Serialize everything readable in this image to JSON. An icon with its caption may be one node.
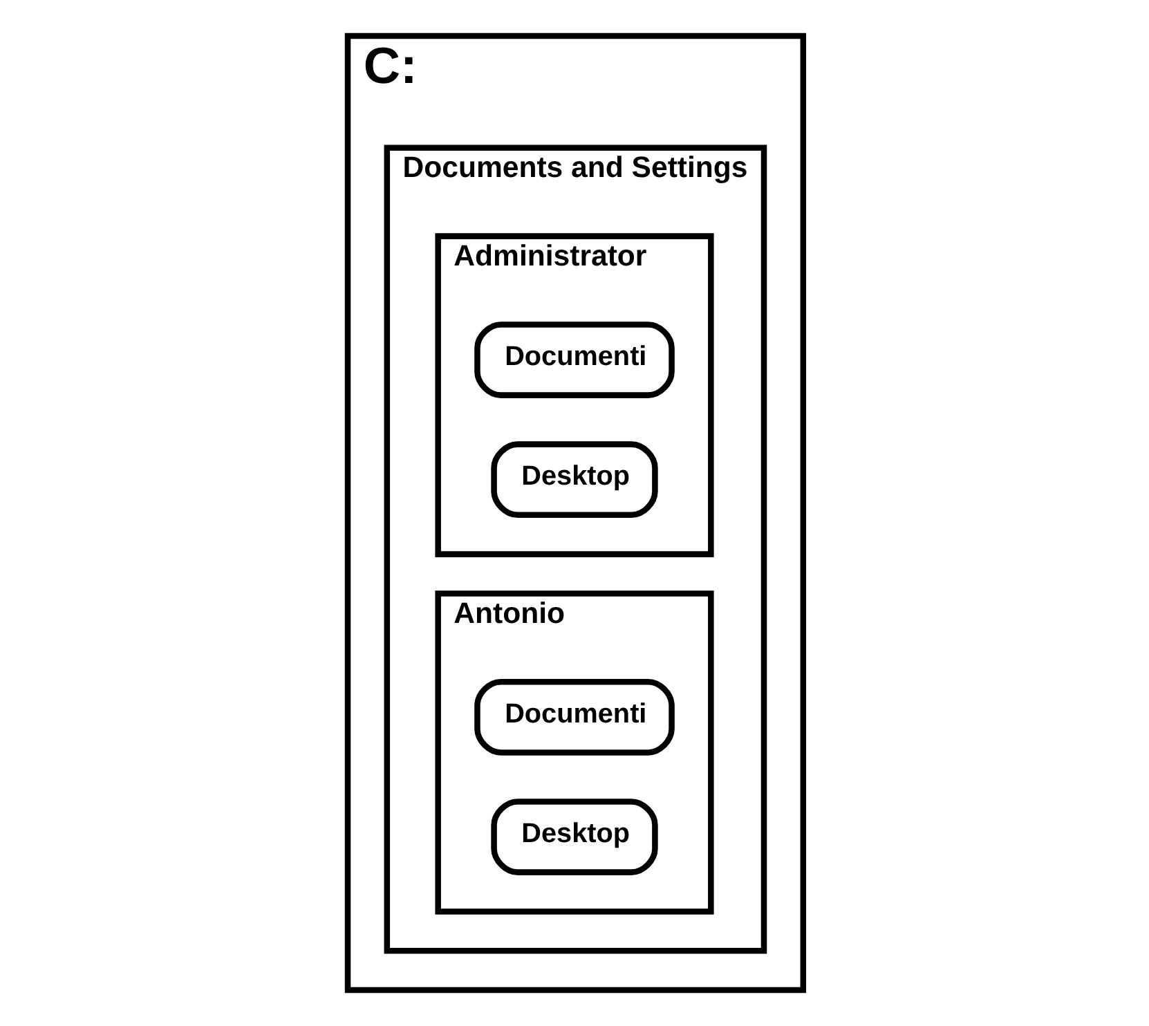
{
  "diagram": {
    "nodes": [
      {
        "text": [
          "C:"
        ]
      },
      {
        "text": [
          "Documents and Settings"
        ],
        "in": 0
      },
      {
        "text": [
          "Administrator"
        ],
        "in": 1
      },
      {
        "text": [
          "Documenti"
        ],
        "in": 2
      },
      {
        "text": [
          "Desktop"
        ],
        "in": 2
      },
      {
        "text": [
          "Antonio"
        ],
        "in": 1
      },
      {
        "text": [
          "Documenti"
        ],
        "in": 5
      },
      {
        "text": [
          "Desktop"
        ],
        "in": 5
      }
    ]
  }
}
